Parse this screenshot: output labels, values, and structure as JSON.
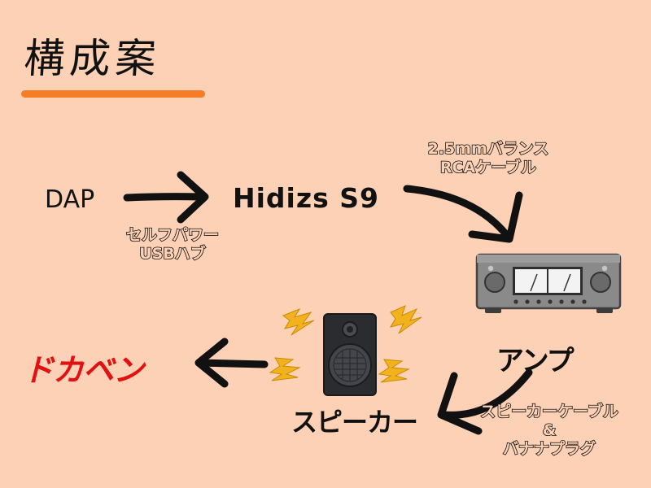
{
  "title": "構成案",
  "colors": {
    "background": "#fdd1b5",
    "underline": "#f47d25",
    "accent_red": "#e21111",
    "arrow": "#111111",
    "lightning": "#f2b21e"
  },
  "nodes": {
    "dap": "DAP",
    "hidizs": "Hidizs S9",
    "amp": "アンプ",
    "speaker": "スピーカー",
    "dokaben": "ドカベン"
  },
  "connections": {
    "dap_to_hidizs": [
      "セルフパワー",
      "USBハブ"
    ],
    "hidizs_to_amp": [
      "2.5mmバランス",
      "RCAケーブル"
    ],
    "amp_to_speaker": [
      "スピーカーケーブル",
      "&",
      "バナナプラグ"
    ]
  },
  "icons": {
    "amplifier": "amplifier-icon",
    "speaker": "speaker-icon",
    "sound": "lightning-icon"
  }
}
